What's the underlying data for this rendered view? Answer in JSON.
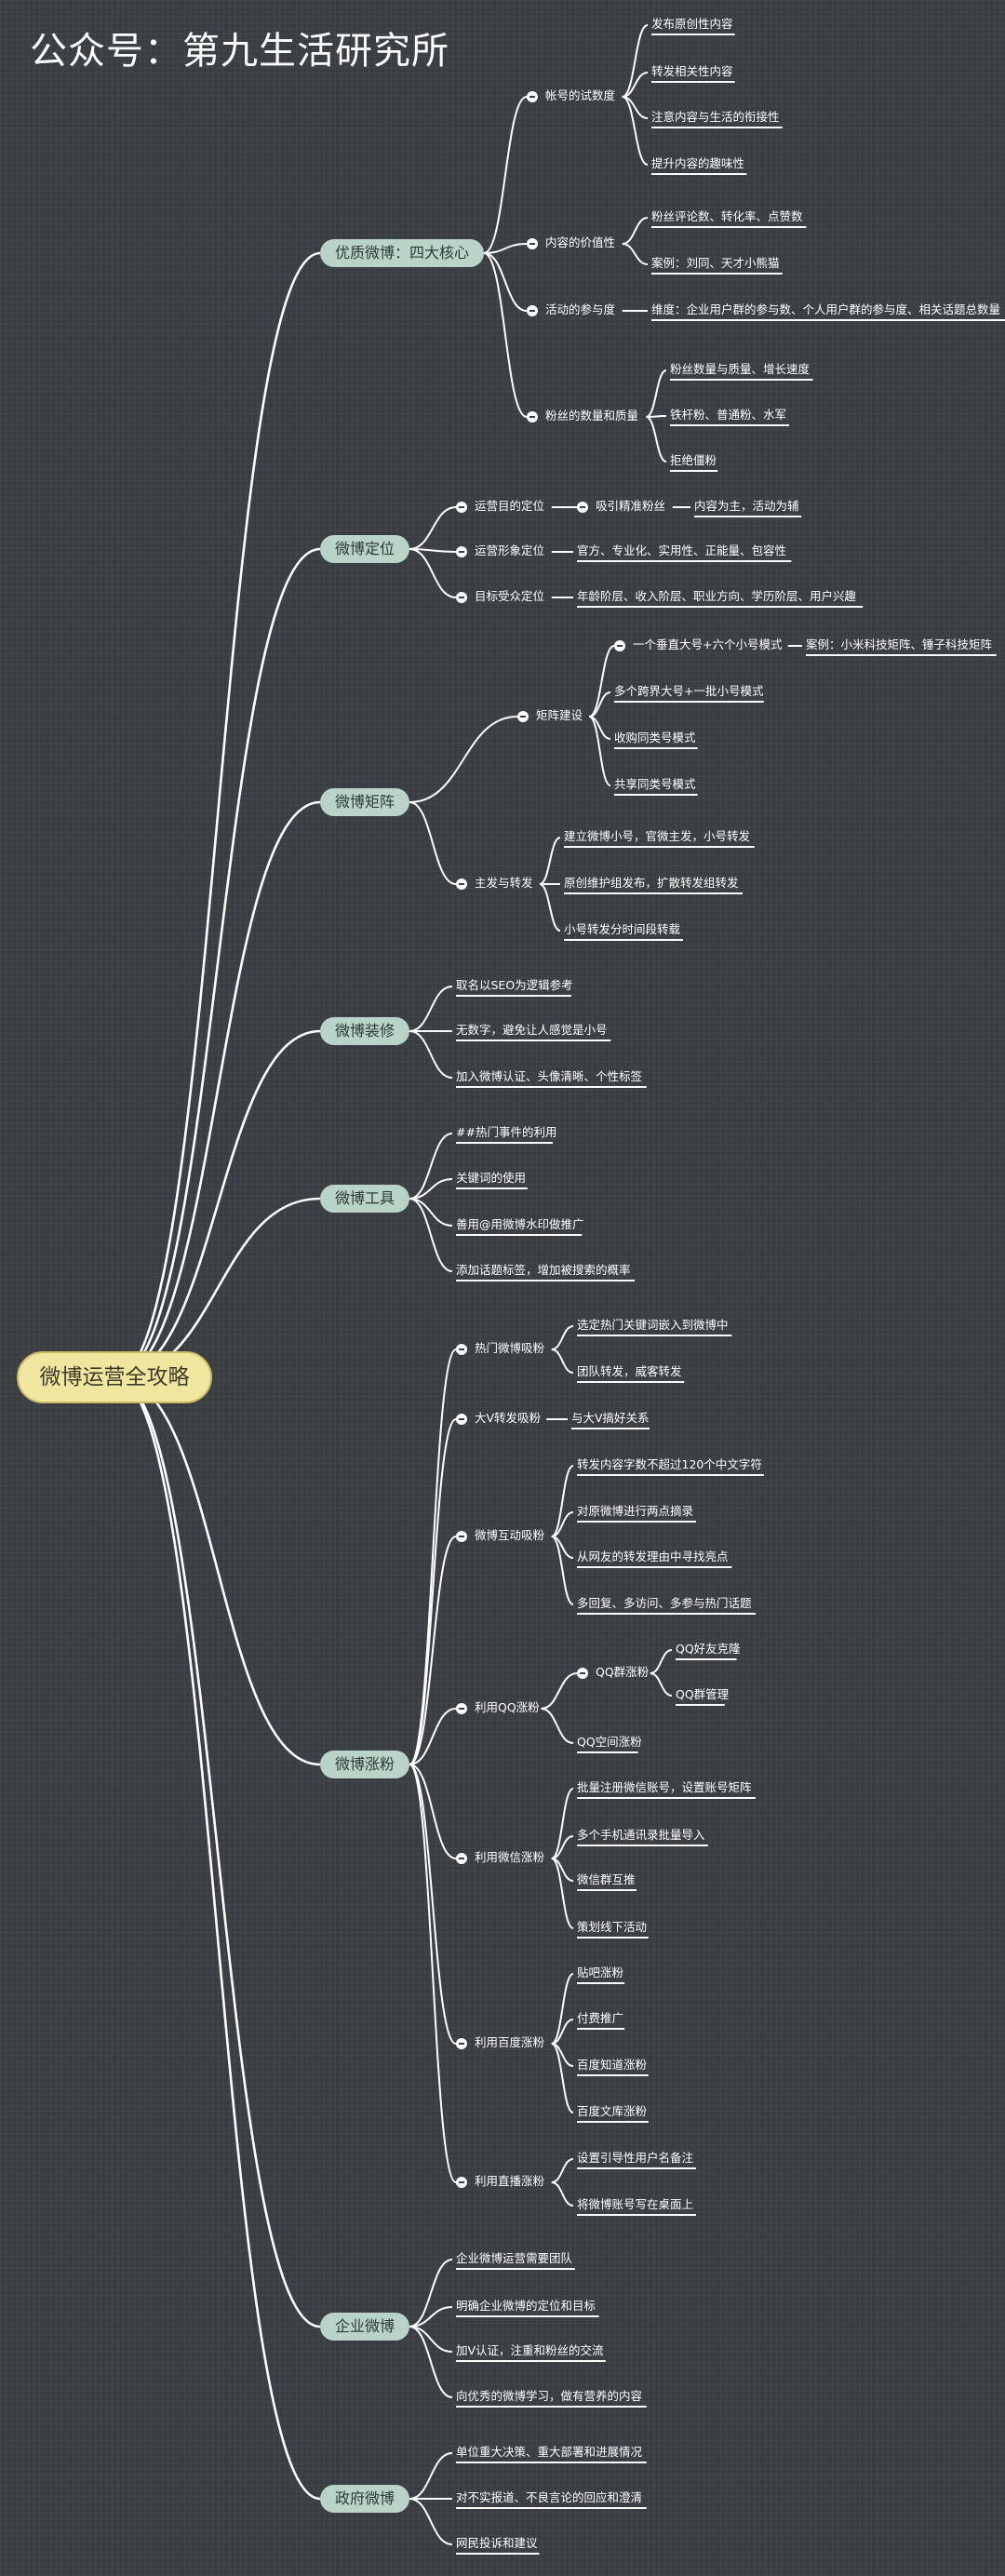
{
  "header": {
    "title": "公众号：第九生活研究所"
  },
  "root": "微博运营全攻略",
  "branches": [
    {
      "label": "优质微博：四大核心",
      "children": [
        {
          "label": "帐号的试数度",
          "children": [
            {
              "label": "发布原创性内容"
            },
            {
              "label": "转发相关性内容"
            },
            {
              "label": "注意内容与生活的衔接性"
            },
            {
              "label": "提升内容的趣味性"
            }
          ]
        },
        {
          "label": "内容的价值性",
          "children": [
            {
              "label": "粉丝评论数、转化率、点赞数"
            },
            {
              "label": "案例：刘同、天才小熊猫"
            }
          ]
        },
        {
          "label": "活动的参与度",
          "children": [
            {
              "label": "维度：企业用户群的参与数、个人用户群的参与度、相关话题总数量"
            }
          ]
        },
        {
          "label": "粉丝的数量和质量",
          "children": [
            {
              "label": "粉丝数量与质量、增长速度"
            },
            {
              "label": "铁杆粉、普通粉、水军"
            },
            {
              "label": "拒绝僵粉"
            }
          ]
        }
      ]
    },
    {
      "label": "微博定位",
      "children": [
        {
          "label": "运营目的定位",
          "children": [
            {
              "label": "吸引精准粉丝",
              "children": [
                {
                  "label": "内容为主，活动为辅"
                }
              ]
            }
          ]
        },
        {
          "label": "运营形象定位",
          "children": [
            {
              "label": "官方、专业化、实用性、正能量、包容性"
            }
          ]
        },
        {
          "label": "目标受众定位",
          "children": [
            {
              "label": "年龄阶层、收入阶层、职业方向、学历阶层、用户兴趣"
            }
          ]
        }
      ]
    },
    {
      "label": "微博矩阵",
      "children": [
        {
          "label": "矩阵建设",
          "children": [
            {
              "label": "一个垂直大号+六个小号模式",
              "children": [
                {
                  "label": "案例：小米科技矩阵、锤子科技矩阵"
                }
              ]
            },
            {
              "label": "多个跨界大号+一批小号模式"
            },
            {
              "label": "收购同类号模式"
            },
            {
              "label": "共享同类号模式"
            }
          ]
        },
        {
          "label": "主发与转发",
          "children": [
            {
              "label": "建立微博小号，官微主发，小号转发"
            },
            {
              "label": "原创维护组发布，扩散转发组转发"
            },
            {
              "label": "小号转发分时间段转载"
            }
          ]
        }
      ]
    },
    {
      "label": "微博装修",
      "children": [
        {
          "label": "取名以SEO为逻辑参考"
        },
        {
          "label": "无数字，避免让人感觉是小号"
        },
        {
          "label": "加入微博认证、头像清晰、个性标签"
        }
      ]
    },
    {
      "label": "微博工具",
      "children": [
        {
          "label": "##热门事件的利用"
        },
        {
          "label": "关键词的使用"
        },
        {
          "label": "善用@用微博水印做推广"
        },
        {
          "label": "添加话题标签，增加被搜索的概率"
        }
      ]
    },
    {
      "label": "微博涨粉",
      "children": [
        {
          "label": "热门微博吸粉",
          "children": [
            {
              "label": "选定热门关键词嵌入到微博中"
            },
            {
              "label": "团队转发，威客转发"
            }
          ]
        },
        {
          "label": "大V转发吸粉",
          "children": [
            {
              "label": "与大V搞好关系"
            }
          ]
        },
        {
          "label": "微博互动吸粉",
          "children": [
            {
              "label": "转发内容字数不超过120个中文字符"
            },
            {
              "label": "对原微博进行两点摘录"
            },
            {
              "label": "从网友的转发理由中寻找亮点"
            },
            {
              "label": "多回复、多访问、多参与热门话题"
            }
          ]
        },
        {
          "label": "利用QQ涨粉",
          "children": [
            {
              "label": "QQ群涨粉",
              "children": [
                {
                  "label": "QQ好友克隆"
                },
                {
                  "label": "QQ群管理"
                }
              ]
            },
            {
              "label": "QQ空间涨粉"
            }
          ]
        },
        {
          "label": "利用微信涨粉",
          "children": [
            {
              "label": "批量注册微信账号，设置账号矩阵"
            },
            {
              "label": "多个手机通讯录批量导入"
            },
            {
              "label": "微信群互推"
            },
            {
              "label": "策划线下活动"
            }
          ]
        },
        {
          "label": "利用百度涨粉",
          "children": [
            {
              "label": "贴吧涨粉"
            },
            {
              "label": "付费推广"
            },
            {
              "label": "百度知道涨粉"
            },
            {
              "label": "百度文库涨粉"
            }
          ]
        },
        {
          "label": "利用直播涨粉",
          "children": [
            {
              "label": "设置引导性用户名备注"
            },
            {
              "label": "将微博账号写在桌面上"
            }
          ]
        }
      ]
    },
    {
      "label": "企业微博",
      "children": [
        {
          "label": "企业微博运营需要团队"
        },
        {
          "label": "明确企业微博的定位和目标"
        },
        {
          "label": "加V认证，注重和粉丝的交流"
        },
        {
          "label": "向优秀的微博学习，做有营养的内容"
        }
      ]
    },
    {
      "label": "政府微博",
      "children": [
        {
          "label": "单位重大决策、重大部署和进展情况"
        },
        {
          "label": "对不实报道、不良言论的回应和澄清"
        },
        {
          "label": "网民投诉和建议"
        }
      ]
    }
  ]
}
